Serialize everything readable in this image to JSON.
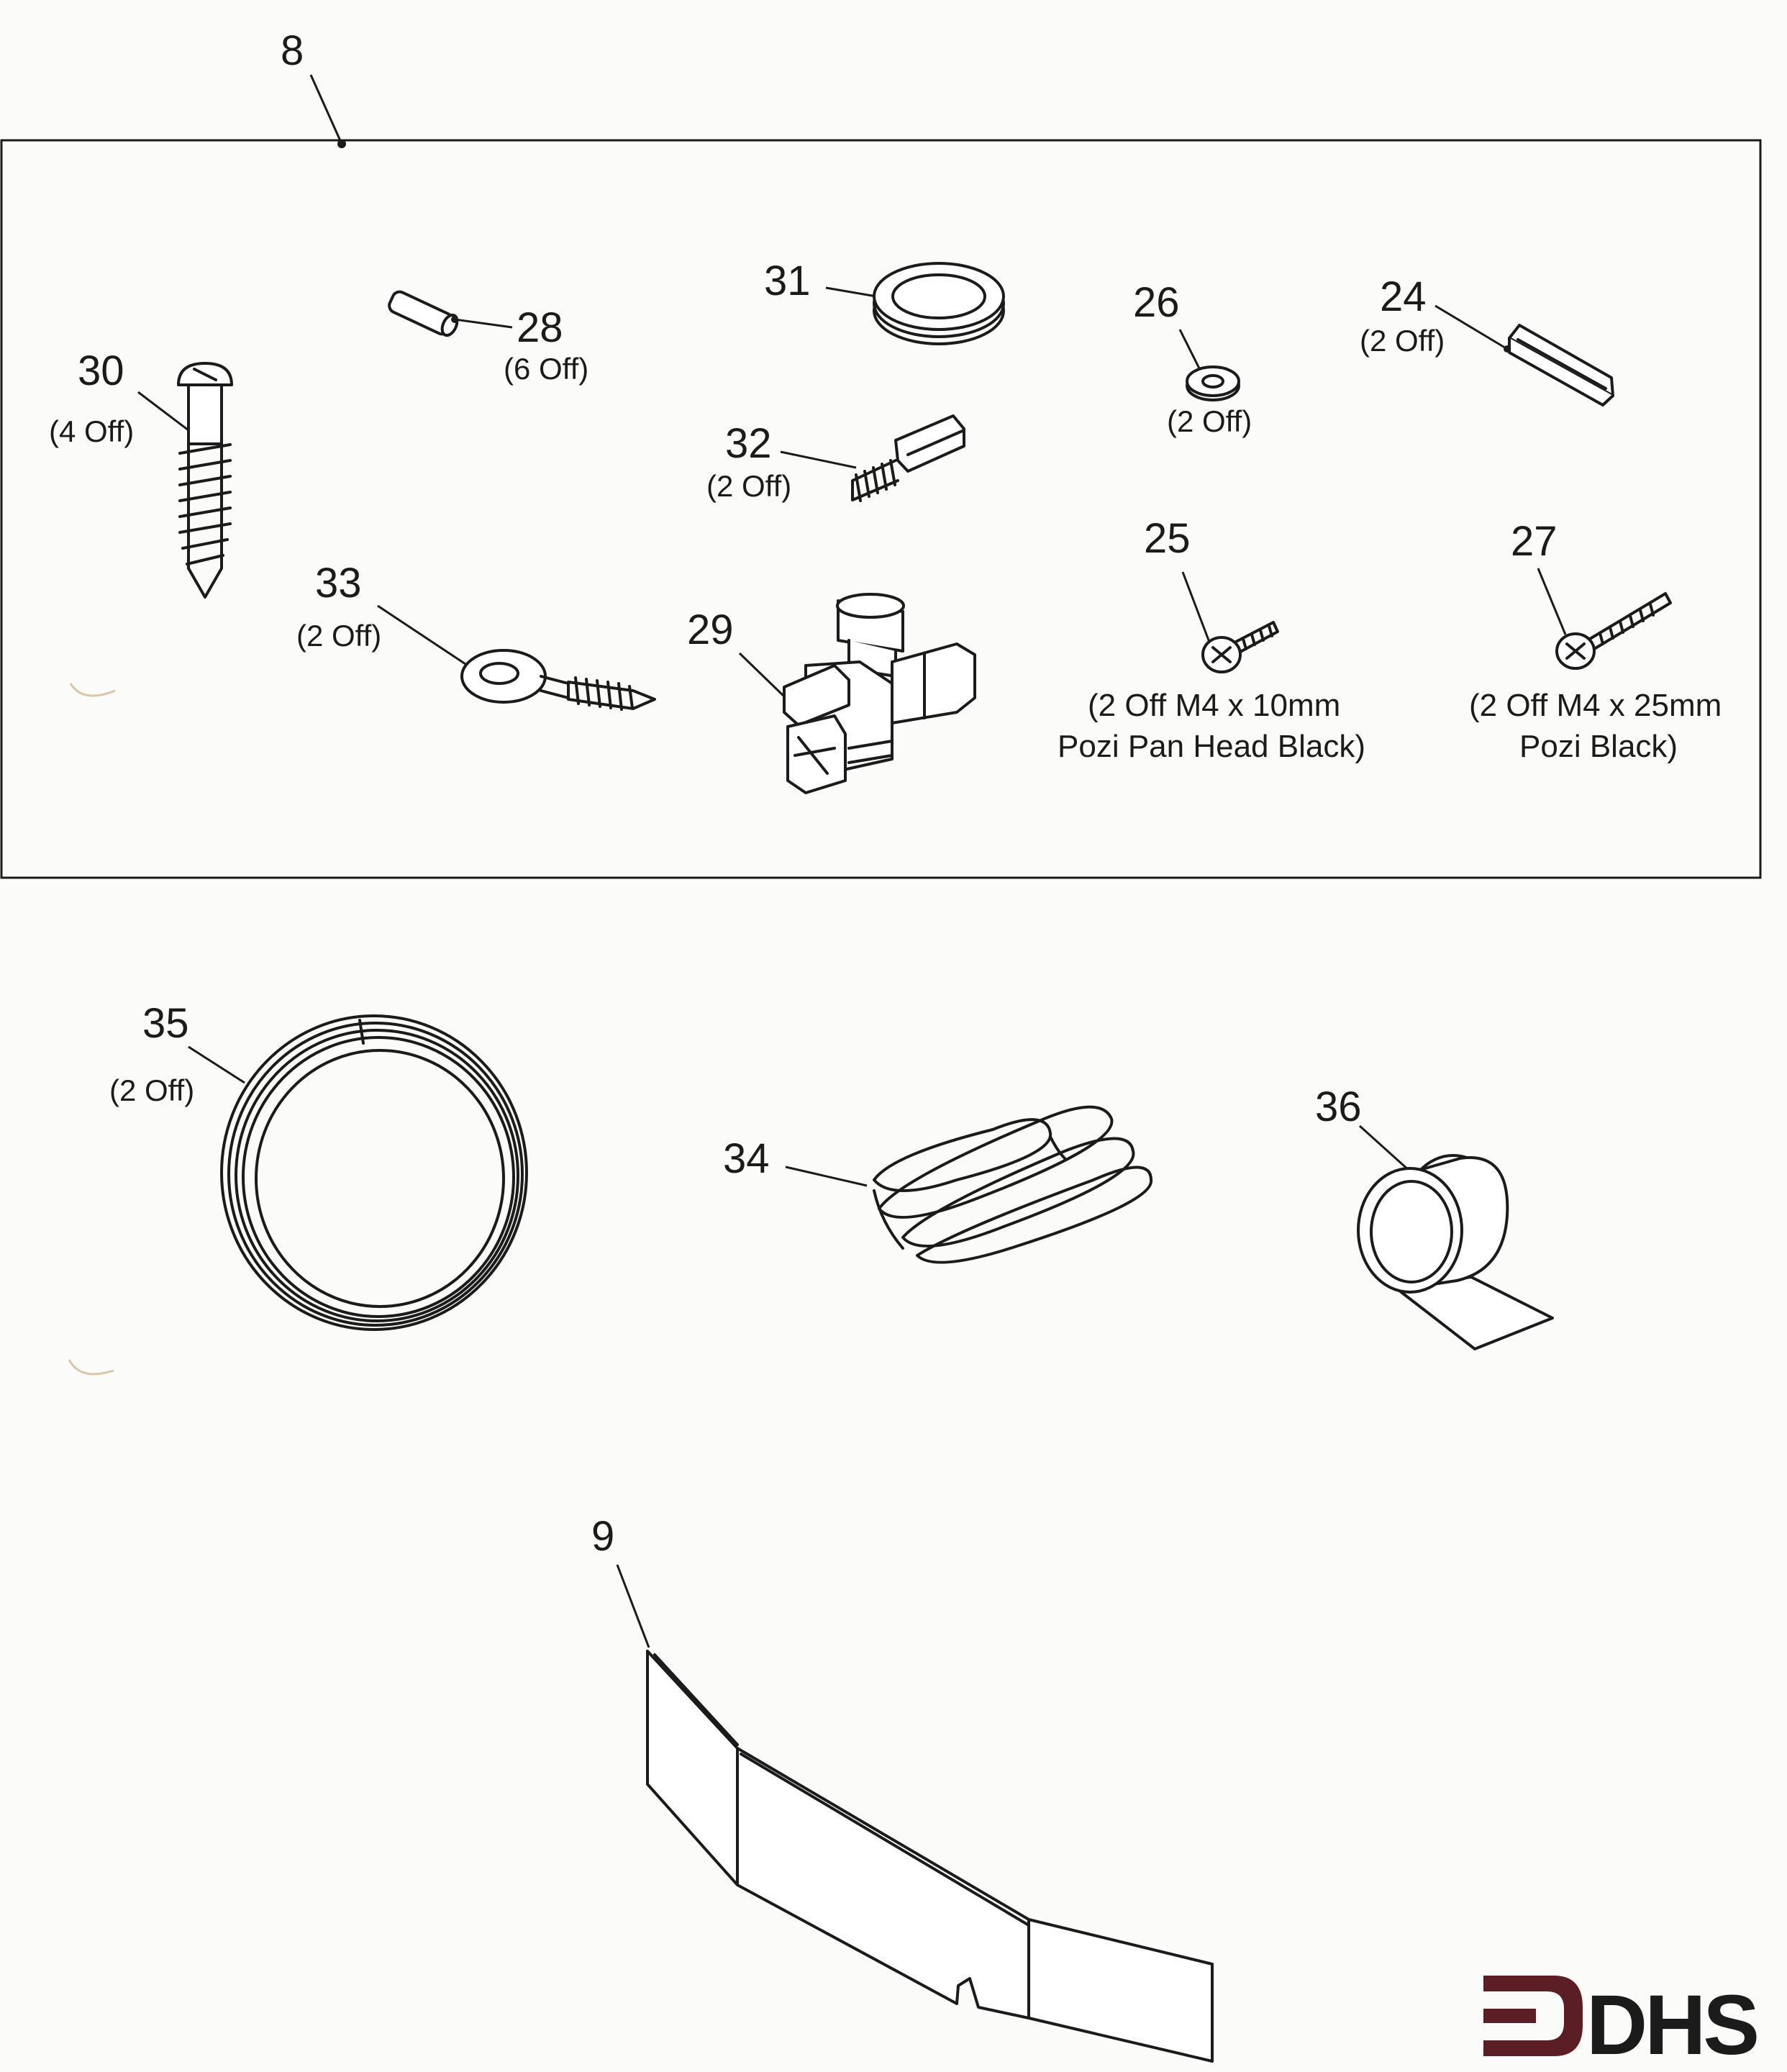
{
  "kit_box_label": "8",
  "parts": [
    {
      "num": "24",
      "qty": "(2 Off)"
    },
    {
      "num": "25",
      "desc_line1": "(2 Off M4 x 10mm",
      "desc_line2": "Pozi Pan Head Black)"
    },
    {
      "num": "26",
      "qty": "(2 Off)"
    },
    {
      "num": "27",
      "desc_line1": "(2 Off M4 x 25mm",
      "desc_line2": "Pozi Black)"
    },
    {
      "num": "28",
      "qty": "(6 Off)"
    },
    {
      "num": "29"
    },
    {
      "num": "30",
      "qty": "(4 Off)"
    },
    {
      "num": "31"
    },
    {
      "num": "32",
      "qty": "(2 Off)"
    },
    {
      "num": "33",
      "qty": "(2 Off)"
    },
    {
      "num": "34"
    },
    {
      "num": "35",
      "qty": "(2 Off)"
    },
    {
      "num": "36"
    },
    {
      "num": "9"
    }
  ],
  "logo": {
    "text": "DHS",
    "color": "#5a1e24"
  },
  "line_color": "#1b1b1b",
  "paper_color": "#fbfbf9"
}
